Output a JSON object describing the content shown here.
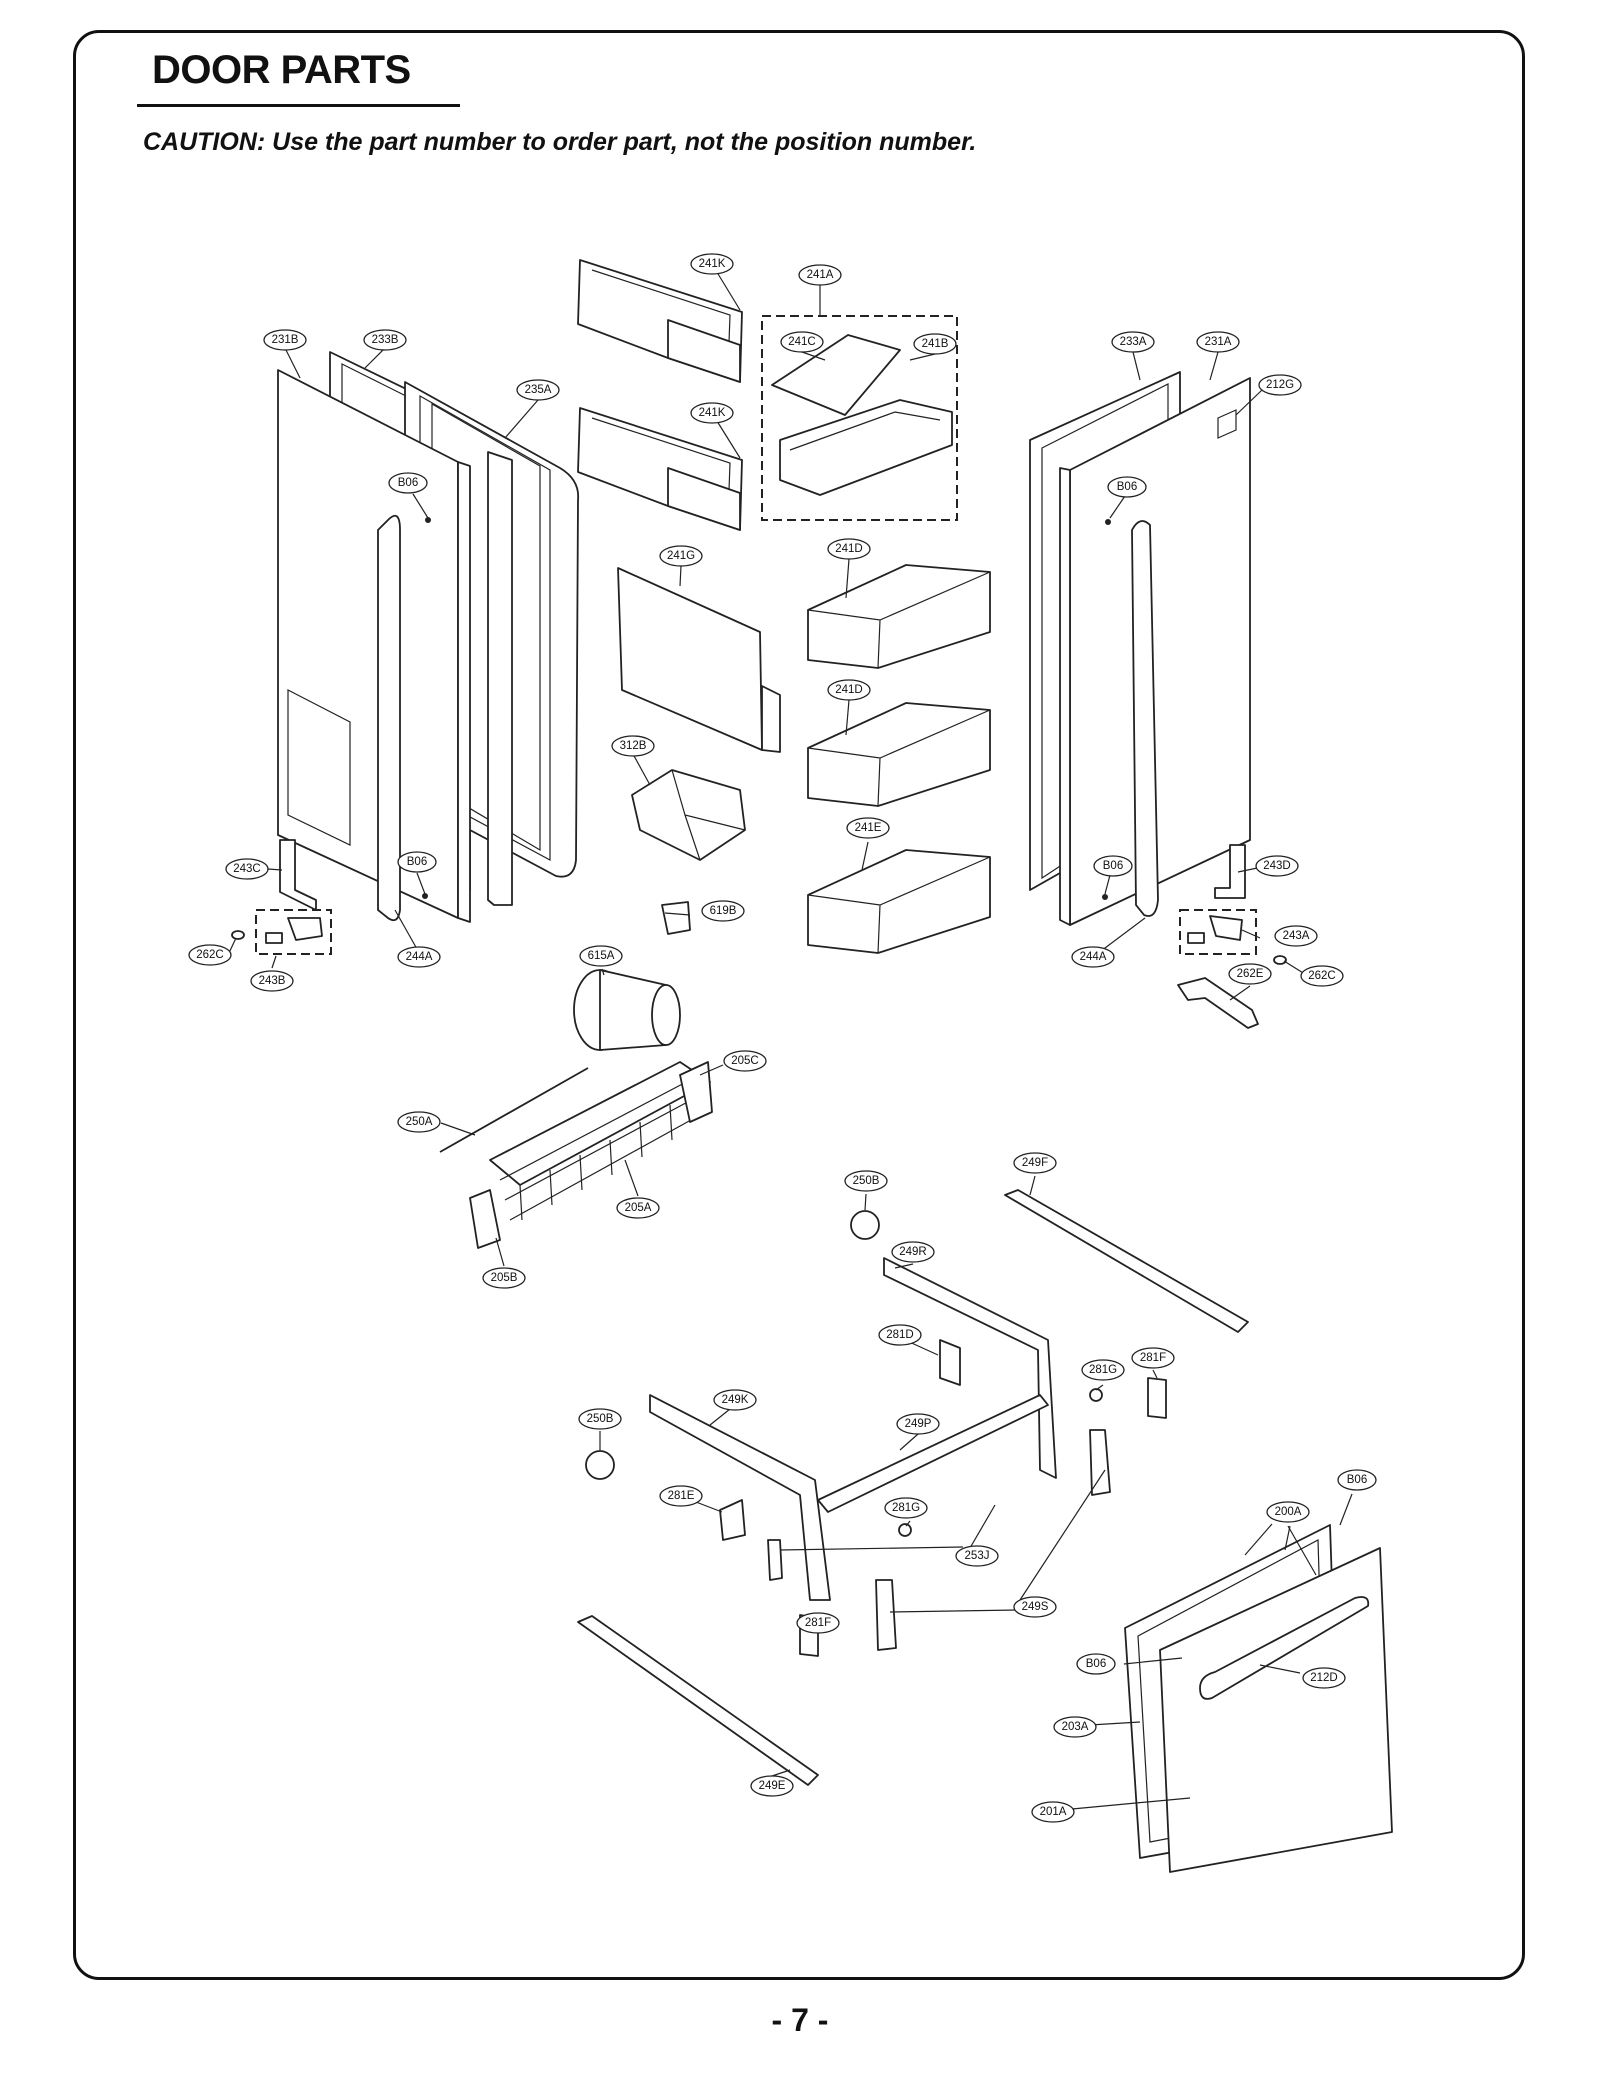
{
  "header": {
    "title": "DOOR PARTS",
    "caution": "CAUTION: Use the part number to order part, not the position number."
  },
  "footer": {
    "page_number": "- 7 -"
  },
  "callouts": [
    "241K",
    "241A",
    "241C",
    "241B",
    "241K",
    "231B",
    "233B",
    "235A",
    "233A",
    "231A",
    "212G",
    "B06",
    "B06",
    "241G",
    "241D",
    "241D",
    "312B",
    "241E",
    "243C",
    "B06",
    "B06",
    "243D",
    "619B",
    "262C",
    "243B",
    "244A",
    "615A",
    "244A",
    "243A",
    "262E",
    "262C",
    "205C",
    "250A",
    "205A",
    "205B",
    "250B",
    "249F",
    "249R",
    "281D",
    "281G",
    "281F",
    "249K",
    "250B",
    "249P",
    "B06",
    "281E",
    "281G",
    "200A",
    "253J",
    "249S",
    "281F",
    "B06",
    "212D",
    "203A",
    "249E",
    "201A"
  ]
}
